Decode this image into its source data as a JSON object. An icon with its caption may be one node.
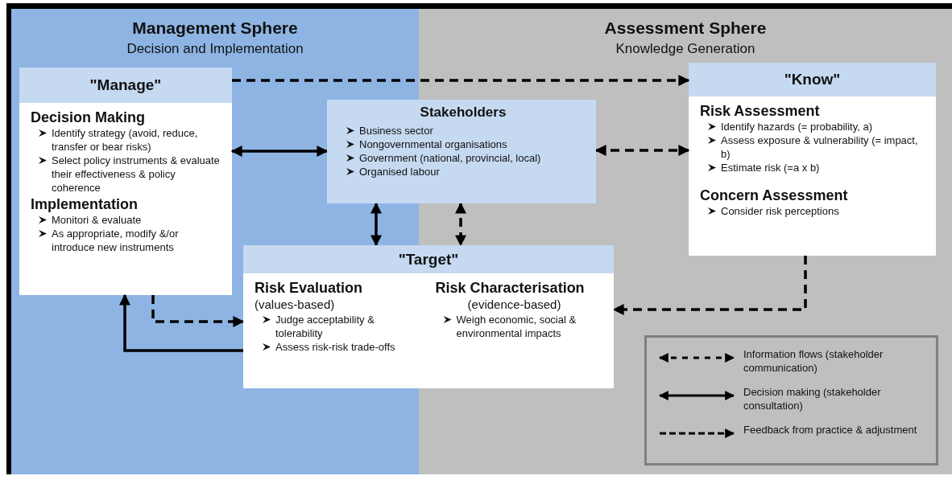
{
  "diagram": {
    "nodes": [
      {
        "text": [
          "Management Sphere",
          "Decision and Implementation"
        ]
      },
      {
        "text": [
          "Assessment Sphere",
          "Knowledge Generation"
        ]
      },
      {
        "text": [
          "\"Manage\"",
          "Decision Making",
          "Identify strategy (avoid, reduce, transfer or bear risks)",
          "Select policy instruments & evaluate their effectiveness & policy coherence",
          "Implementation",
          "Monitori & evaluate",
          "As appropriate, modify &/or introduce new instruments"
        ],
        "in": 0
      },
      {
        "text": [
          "Stakeholders",
          "Business sector",
          "Nongovernmental organisations",
          "Government (national, provincial, local)",
          "Organised labour"
        ]
      },
      {
        "text": [
          "\"Know\"",
          "Risk Assessment",
          "Identify hazards (= probability, a)",
          "Assess exposure & vulnerability (= impact, b)",
          "Estimate risk (=a x b)",
          "Concern Assessment",
          "Consider risk perceptions"
        ],
        "in": 1
      },
      {
        "text": [
          "\"Target\"",
          "Risk Evaluation",
          "(values-based)",
          "Judge acceptability & tolerability",
          "Assess risk-risk trade-offs",
          "Risk Characterisation",
          "(evidence-based)",
          "Weigh economic, social & environmental impacts"
        ]
      }
    ],
    "edges": [
      {
        "from": 2,
        "to": 4,
        "arrow": "to",
        "style": "dashed"
      },
      {
        "from": 2,
        "to": 3,
        "arrow": "both"
      },
      {
        "from": 3,
        "to": 4,
        "arrow": "both",
        "style": "dashed"
      },
      {
        "from": 3,
        "to": 5,
        "arrow": "both"
      },
      {
        "from": 3,
        "to": 5,
        "arrow": "both",
        "style": "dashed"
      },
      {
        "from": 2,
        "to": 5,
        "arrow": "to",
        "style": "dashed"
      },
      {
        "from": 5,
        "to": 2,
        "arrow": "to"
      },
      {
        "from": 4,
        "to": 5,
        "arrow": "to",
        "style": "dashed"
      }
    ],
    "legend": [
      {
        "text": "Information flows (stakeholder communication)"
      },
      {
        "text": "Decision making (stakeholder consultation)"
      },
      {
        "text": "Feedback from practice & adjustment"
      }
    ]
  }
}
